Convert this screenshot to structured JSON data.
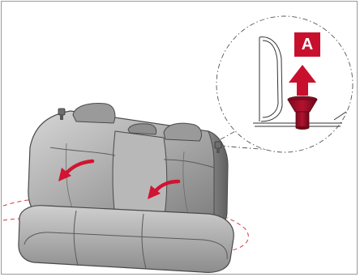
{
  "callout": {
    "label": "A"
  },
  "colors": {
    "accent": "#c8102e",
    "seat_dark": "#7d7d7d",
    "seat_mid": "#a9a9a9",
    "seat_light": "#d4d4d4",
    "dash": "#d9364a"
  },
  "icons": [
    "seatback-release-arrow",
    "fold-forward-arrow",
    "lever-knob"
  ]
}
